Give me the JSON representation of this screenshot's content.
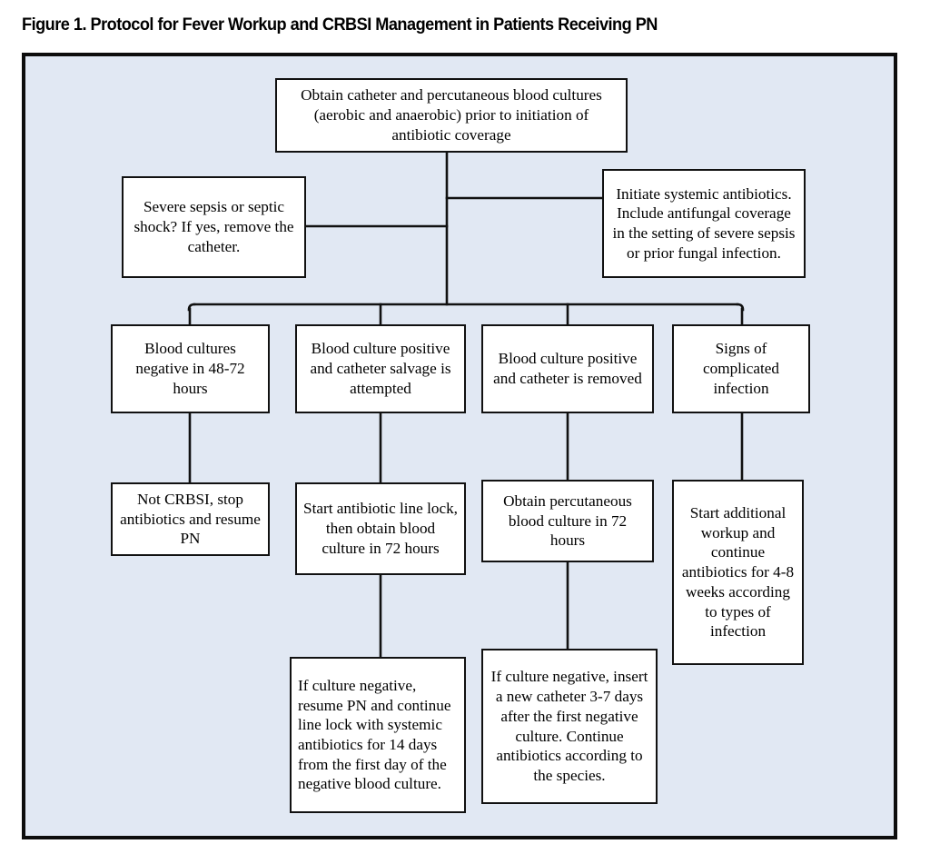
{
  "figure": {
    "title": "Figure 1. Protocol for Fever Workup and CRBSI Management in Patients Receiving PN",
    "frame_fill": "#e1e8f3",
    "frame_border": "#0d0d0d",
    "node_fill": "#ffffff",
    "node_border": "#111111",
    "connector_color": "#111111"
  },
  "diagram_data": {
    "type": "flowchart",
    "orientation": "top-down",
    "nodes": [
      {
        "id": "n1",
        "text": "Obtain catheter and percutaneous blood cultures (aerobic and anaerobic) prior to initiation of antibiotic coverage",
        "row": 1,
        "column": "center",
        "align": "center"
      },
      {
        "id": "n2",
        "text": "Severe sepsis or septic shock? If yes, remove the catheter.",
        "row": 2,
        "column": "left",
        "align": "center"
      },
      {
        "id": "n3",
        "text": "Initiate systemic antibiotics. Include antifungal coverage in the setting of severe sepsis or prior fungal infection.",
        "row": 2,
        "column": "right",
        "align": "center"
      },
      {
        "id": "n4",
        "text": "Blood cultures negative in 48-72 hours",
        "row": 3,
        "column": 1,
        "align": "center"
      },
      {
        "id": "n5",
        "text": "Blood culture positive and catheter salvage is attempted",
        "row": 3,
        "column": 2,
        "align": "center"
      },
      {
        "id": "n6",
        "text": "Blood culture positive and catheter is removed",
        "row": 3,
        "column": 3,
        "align": "center"
      },
      {
        "id": "n7",
        "text": "Signs of complicated infection",
        "row": 3,
        "column": 4,
        "align": "center"
      },
      {
        "id": "n8",
        "text": "Not CRBSI, stop antibiotics and resume PN",
        "row": 4,
        "column": 1,
        "align": "center"
      },
      {
        "id": "n9",
        "text": "Start antibiotic line lock, then obtain blood culture in 72 hours",
        "row": 4,
        "column": 2,
        "align": "center"
      },
      {
        "id": "n10",
        "text": "Obtain percutaneous blood culture in 72 hours",
        "row": 4,
        "column": 3,
        "align": "center"
      },
      {
        "id": "n11",
        "text": "Start additional workup and continue antibiotics for 4-8 weeks according to types of infection",
        "row": 4,
        "column": 4,
        "align": "center"
      },
      {
        "id": "n12",
        "text": "If culture negative, resume PN and continue line lock with systemic antibiotics for 14 days from the first day of the negative blood culture.",
        "row": 5,
        "column": 2,
        "align": "left"
      },
      {
        "id": "n13",
        "text": "If culture negative, insert a new catheter 3-7 days after the first negative culture. Continue antibiotics according to the species.",
        "row": 5,
        "column": 3,
        "align": "center"
      }
    ],
    "edges": [
      {
        "from": "n1",
        "to": "n3",
        "style": "elbow-right"
      },
      {
        "from": "n1",
        "to": "n2",
        "style": "elbow-left"
      },
      {
        "from": "n1",
        "to": "n4",
        "style": "bus-down"
      },
      {
        "from": "n1",
        "to": "n5",
        "style": "bus-down"
      },
      {
        "from": "n1",
        "to": "n6",
        "style": "bus-down"
      },
      {
        "from": "n1",
        "to": "n7",
        "style": "bus-down"
      },
      {
        "from": "n4",
        "to": "n8",
        "style": "straight-down"
      },
      {
        "from": "n5",
        "to": "n9",
        "style": "straight-down"
      },
      {
        "from": "n6",
        "to": "n10",
        "style": "straight-down"
      },
      {
        "from": "n7",
        "to": "n11",
        "style": "straight-down"
      },
      {
        "from": "n9",
        "to": "n12",
        "style": "straight-down"
      },
      {
        "from": "n10",
        "to": "n13",
        "style": "straight-down"
      }
    ]
  }
}
